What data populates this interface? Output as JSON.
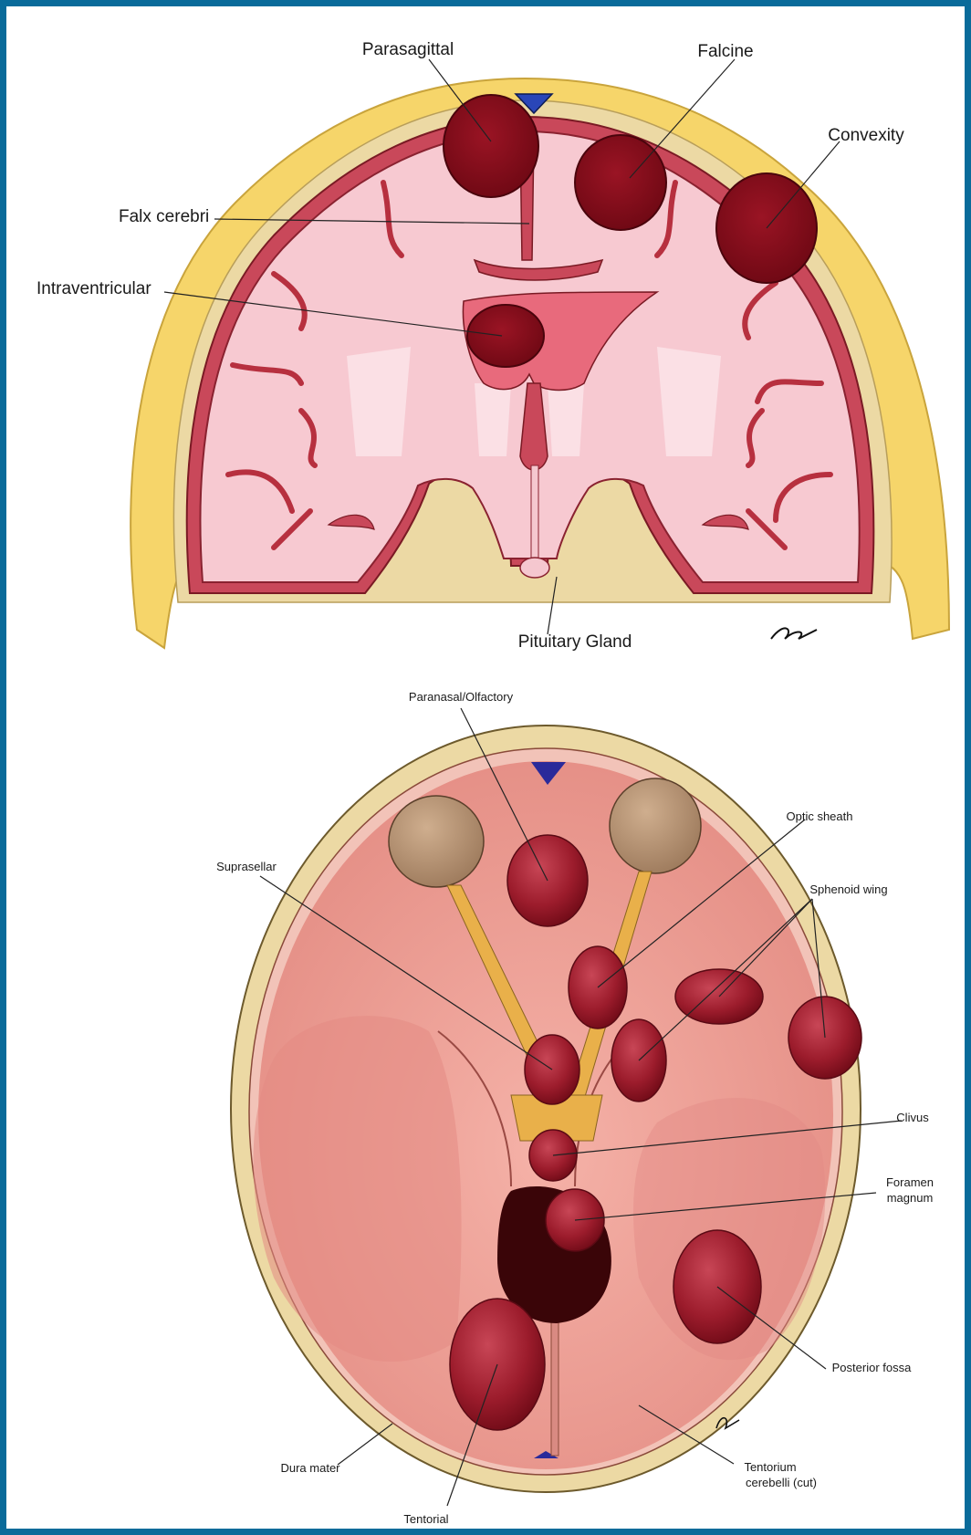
{
  "colors": {
    "frame": "#0a6b9a",
    "skull": "#f6d56a",
    "bone": "#ecd9a4",
    "brain": "#f7c9d1",
    "cortex": "#c9485a",
    "tumor": "#8b0f1f",
    "tumor_light": "#b8343f",
    "dura": "#e8a49a",
    "olfactory_bulb": "#b79476",
    "foramen": "#3a0508",
    "sinus": "#2a46b8"
  },
  "coronal": {
    "labels": {
      "parasagittal": "Parasagittal",
      "falcine": "Falcine",
      "convexity": "Convexity",
      "falx_cerebri": "Falx cerebri",
      "intraventricular": "Intraventricular",
      "pituitary_gland": "Pituitary Gland"
    }
  },
  "axial": {
    "labels": {
      "paranasal_olfactory": "Paranasal/Olfactory",
      "optic_sheath": "Optic sheath",
      "suprasellar": "Suprasellar",
      "sphenoid_wing": "Sphenoid wing",
      "clivus": "Clivus",
      "foramen_magnum_1": "Foramen",
      "foramen_magnum_2": "magnum",
      "posterior_fossa": "Posterior fossa",
      "dura_mater": "Dura mater",
      "tentorium_1": "Tentorium",
      "tentorium_2": "cerebelli (cut)",
      "tentorial": "Tentorial"
    }
  }
}
